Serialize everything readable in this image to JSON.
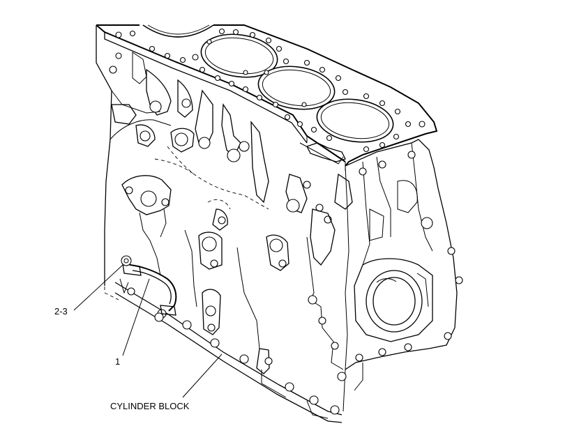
{
  "callouts": {
    "part_2_3": "2-3",
    "part_1": "1",
    "cylinder_block": "CYLINDER BLOCK"
  },
  "colors": {
    "line": "#000000",
    "background": "#ffffff"
  }
}
